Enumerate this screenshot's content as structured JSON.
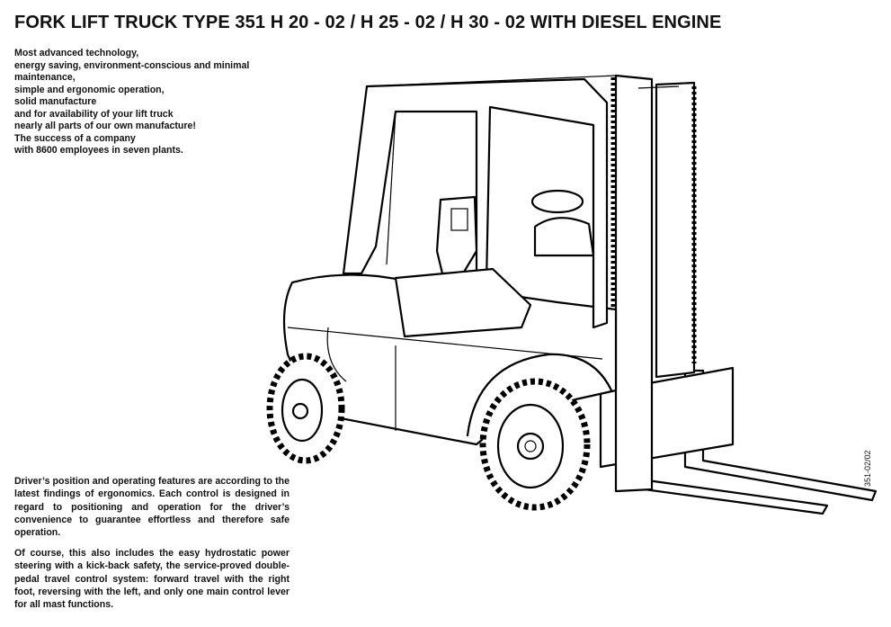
{
  "title": "FORK LIFT TRUCK TYPE 351 H 20 - 02 / H 25 - 02 / H 30 - 02 WITH DIESEL ENGINE",
  "intro_lines": [
    "Most advanced technology,",
    "energy saving, environment-conscious and minimal maintenance,",
    "simple and ergonomic operation,",
    "solid manufacture",
    "and for availability of your lift truck",
    "nearly all parts of our own manufacture!",
    "The success of a company",
    "with 8600 employees in seven plants."
  ],
  "paragraph_ergonomics": "Driver’s position and operating features are according to the latest findings of ergonomics. Each control is designed in regard to positioning and operation for the driver’s convenience to guarantee effortless and therefore safe operation.",
  "paragraph_controls": "Of course, this also includes the easy hydrostatic power steering with a kick-back safety, the service-proved double-pedal travel control system: forward travel with the right foot, reversing with the left, and only one main control lever for all mast functions.",
  "drawing_reference": "351-02/02"
}
